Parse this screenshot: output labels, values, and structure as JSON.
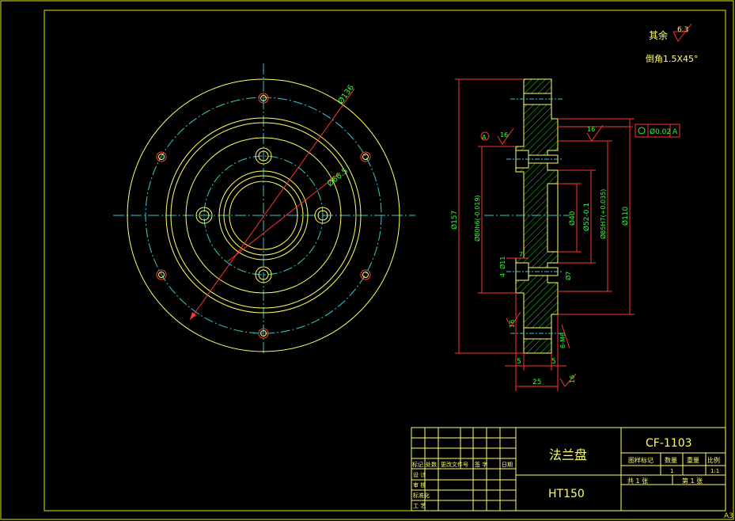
{
  "colors": {
    "background": "#000000",
    "border": "#e6e600",
    "outline": "#ffff66",
    "centerline": "#33cccc",
    "dimension": "#ff3333",
    "hatch": "#33cc33",
    "text_green": "#33ff33",
    "hole": "#ff4444"
  },
  "sheet": {
    "size_label": "A3"
  },
  "notes": {
    "surface_rest_label": "其余",
    "surface_rest_value": "6.3",
    "chamfer_note": "倒角1.5X45°"
  },
  "front_view_dims": {
    "pcd_outer": "Ø136",
    "pcd_inner": "Ø66.5"
  },
  "section_view_dims": {
    "od": "Ø157",
    "spigot": "Ø80h6(-0.019)",
    "bore": "Ø40",
    "step": "Ø52-0.1",
    "recess": "Ø85H7(+0.035)",
    "bcd": "Ø110",
    "cbore_depth": "4",
    "cbore_dia": "Ø11",
    "hole_dia": "Ø7",
    "thread": "6-M6",
    "flange_thk_left": "5",
    "flange_thk_right": "5",
    "total_len": "25",
    "rough_a": "16",
    "rough_b": "16",
    "rough_c": "16",
    "rough_d": "16",
    "datum": "A",
    "runout_tol": "Ø0.02",
    "fcf_datum": "A",
    "chamfer_small": "7"
  },
  "title_block": {
    "part_name": "法兰盘",
    "material": "HT150",
    "drawing_no": "CF-1103",
    "hdr_mark": "标记",
    "hdr_count": "处数",
    "hdr_file": "更改文件号",
    "hdr_sign": "签  字",
    "hdr_date": "日期",
    "row_design": "设  计",
    "row_check": "审  核",
    "row_std": "标准化",
    "row_process": "工  艺",
    "stage_label": "图样标记",
    "qty_label": "数量",
    "weight_label": "重量",
    "scale_label": "比例",
    "qty_value": "1",
    "scale_value": "1:1",
    "sheets_total": "共 1 张",
    "sheet_no": "第 1 张"
  }
}
